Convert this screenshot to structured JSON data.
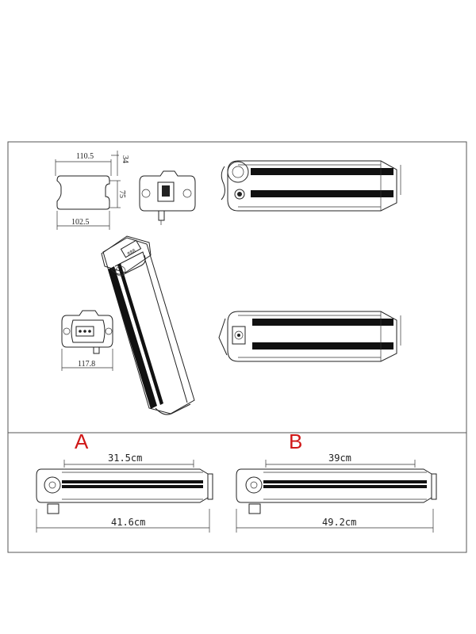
{
  "colors": {
    "variant_label": "#d01818",
    "line": "#222222",
    "background": "#ffffff"
  },
  "top_panel": {
    "front_view": {
      "width_top": "110.5",
      "height_top": "34",
      "height_side": "75",
      "width_bottom": "102.5"
    },
    "end_view_width": "117.8"
  },
  "bottom_panel": {
    "variant_a": {
      "label": "A",
      "inner_length": "31.5cm",
      "total_length": "41.6cm"
    },
    "variant_b": {
      "label": "B",
      "inner_length": "39cm",
      "total_length": "49.2cm"
    }
  }
}
